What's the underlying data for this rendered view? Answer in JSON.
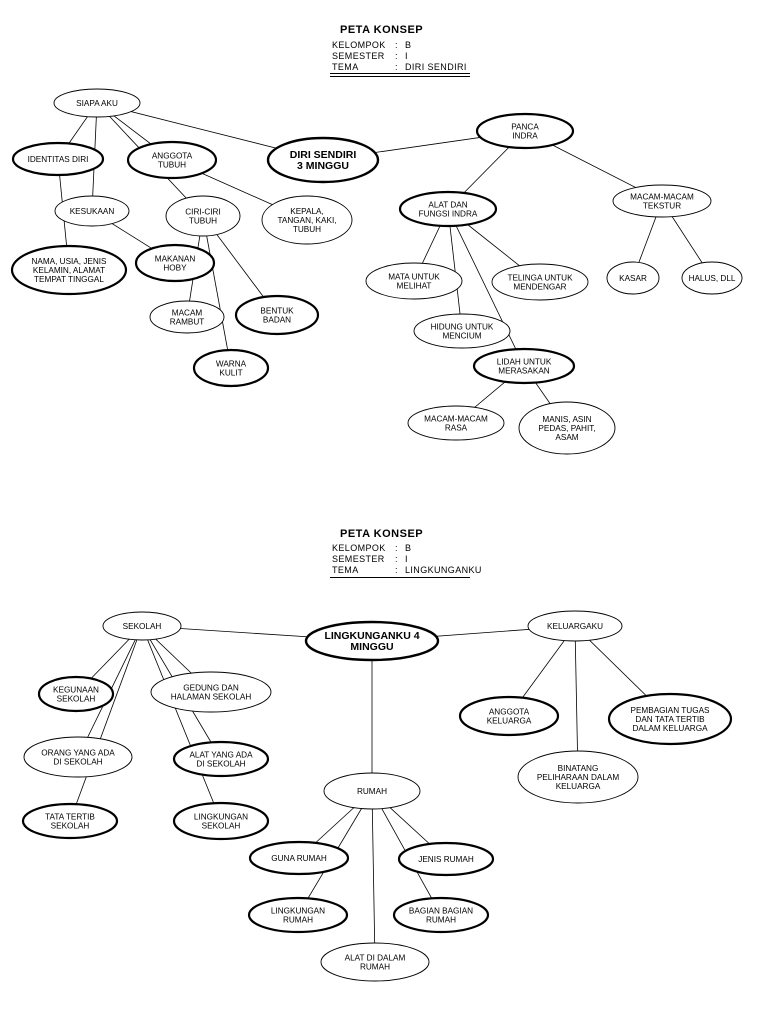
{
  "maps": [
    {
      "title": "PETA KONSEP",
      "meta": [
        {
          "key": "KELOMPOK",
          "value": "B"
        },
        {
          "key": "SEMESTER",
          "value": "I"
        },
        {
          "key": "TEMA",
          "value": "DIRI SENDIRI"
        }
      ],
      "nodes": [
        {
          "id": "center",
          "lines": [
            "DIRI SENDIRI",
            "3 MINGGU"
          ],
          "bold": true
        },
        {
          "id": "siapa",
          "lines": [
            "SIAPA AKU"
          ],
          "bold": false
        },
        {
          "id": "identitas",
          "lines": [
            "IDENTITAS DIRI"
          ],
          "bold": true
        },
        {
          "id": "anggota",
          "lines": [
            "ANGGOTA",
            "TUBUH"
          ],
          "bold": true
        },
        {
          "id": "kesukaan",
          "lines": [
            "KESUKAAN"
          ],
          "bold": false
        },
        {
          "id": "ciri",
          "lines": [
            "CIRI-CIRI",
            "TUBUH"
          ],
          "bold": false
        },
        {
          "id": "kepala",
          "lines": [
            "KEPALA,",
            "TANGAN, KAKI,",
            "TUBUH"
          ],
          "bold": false
        },
        {
          "id": "nama",
          "lines": [
            "NAMA, USIA, JENIS",
            "KELAMIN, ALAMAT",
            "TEMPAT TINGGAL"
          ],
          "bold": true
        },
        {
          "id": "makanan",
          "lines": [
            "MAKANAN",
            "HOBY"
          ],
          "bold": true
        },
        {
          "id": "macamrambut",
          "lines": [
            "MACAM",
            "RAMBUT"
          ],
          "bold": false
        },
        {
          "id": "bentuk",
          "lines": [
            "BENTUK",
            "BADAN"
          ],
          "bold": true
        },
        {
          "id": "warna",
          "lines": [
            "WARNA",
            "KULIT"
          ],
          "bold": true
        },
        {
          "id": "panca",
          "lines": [
            "PANCA",
            "INDRA"
          ],
          "bold": true
        },
        {
          "id": "alat",
          "lines": [
            "ALAT DAN",
            "FUNGSI INDRA"
          ],
          "bold": true
        },
        {
          "id": "tekstur",
          "lines": [
            "MACAM-MACAM",
            "TEKSTUR"
          ],
          "bold": false
        },
        {
          "id": "mata",
          "lines": [
            "MATA UNTUK",
            "MELIHAT"
          ],
          "bold": false
        },
        {
          "id": "telinga",
          "lines": [
            "TELINGA UNTUK",
            "MENDENGAR"
          ],
          "bold": false
        },
        {
          "id": "hidung",
          "lines": [
            "HIDUNG UNTUK",
            "MENCIUM"
          ],
          "bold": false
        },
        {
          "id": "lidah",
          "lines": [
            "LIDAH UNTUK",
            "MERASAKAN"
          ],
          "bold": true
        },
        {
          "id": "kasar",
          "lines": [
            "KASAR"
          ],
          "bold": false
        },
        {
          "id": "halus",
          "lines": [
            "HALUS, DLL"
          ],
          "bold": false
        },
        {
          "id": "rasa",
          "lines": [
            "MACAM-MACAM",
            "RASA"
          ],
          "bold": false
        },
        {
          "id": "manis",
          "lines": [
            "MANIS, ASIN",
            "PEDAS, PAHIT,",
            "ASAM"
          ],
          "bold": false
        }
      ],
      "edges": [
        [
          "siapa",
          "center"
        ],
        [
          "center",
          "panca"
        ],
        [
          "siapa",
          "identitas"
        ],
        [
          "siapa",
          "anggota"
        ],
        [
          "siapa",
          "kesukaan"
        ],
        [
          "siapa",
          "ciri"
        ],
        [
          "identitas",
          "nama"
        ],
        [
          "anggota",
          "kepala"
        ],
        [
          "kesukaan",
          "makanan"
        ],
        [
          "ciri",
          "macamrambut"
        ],
        [
          "ciri",
          "bentuk"
        ],
        [
          "ciri",
          "warna"
        ],
        [
          "panca",
          "alat"
        ],
        [
          "panca",
          "tekstur"
        ],
        [
          "alat",
          "mata"
        ],
        [
          "alat",
          "telinga"
        ],
        [
          "alat",
          "hidung"
        ],
        [
          "alat",
          "lidah"
        ],
        [
          "tekstur",
          "kasar"
        ],
        [
          "tekstur",
          "halus"
        ],
        [
          "lidah",
          "rasa"
        ],
        [
          "lidah",
          "manis"
        ]
      ]
    },
    {
      "title": "PETA KONSEP",
      "meta": [
        {
          "key": "KELOMPOK",
          "value": "B"
        },
        {
          "key": "SEMESTER",
          "value": "I"
        },
        {
          "key": "TEMA",
          "value": "LINGKUNGANKU"
        }
      ],
      "nodes": [
        {
          "id": "center",
          "lines": [
            "LINGKUNGANKU 4",
            "MINGGU"
          ],
          "bold": true
        },
        {
          "id": "sekolah",
          "lines": [
            "SEKOLAH"
          ],
          "bold": false
        },
        {
          "id": "keluargaku",
          "lines": [
            "KELUARGAKU"
          ],
          "bold": false
        },
        {
          "id": "rumah",
          "lines": [
            "RUMAH"
          ],
          "bold": false
        },
        {
          "id": "kegunaan",
          "lines": [
            "KEGUNAAN",
            "SEKOLAH"
          ],
          "bold": true
        },
        {
          "id": "gedung",
          "lines": [
            "GEDUNG DAN",
            "HALAMAN SEKOLAH"
          ],
          "bold": false
        },
        {
          "id": "orang",
          "lines": [
            "ORANG YANG ADA",
            "DI SEKOLAH"
          ],
          "bold": false
        },
        {
          "id": "alatada",
          "lines": [
            "ALAT YANG ADA",
            "DI SEKOLAH"
          ],
          "bold": true
        },
        {
          "id": "tatatertib",
          "lines": [
            "TATA TERTIB",
            "SEKOLAH"
          ],
          "bold": true
        },
        {
          "id": "lingsekolah",
          "lines": [
            "LINGKUNGAN",
            "SEKOLAH"
          ],
          "bold": true
        },
        {
          "id": "anggotakel",
          "lines": [
            "ANGGOTA",
            "KELUARGA"
          ],
          "bold": true
        },
        {
          "id": "pembagian",
          "lines": [
            "PEMBAGIAN TUGAS",
            "DAN TATA TERTIB",
            "DALAM KELUARGA"
          ],
          "bold": true
        },
        {
          "id": "binatang",
          "lines": [
            "BINATANG",
            "PELIHARAAN DALAM",
            "KELUARGA"
          ],
          "bold": false
        },
        {
          "id": "guna",
          "lines": [
            "GUNA RUMAH"
          ],
          "bold": true
        },
        {
          "id": "jenis",
          "lines": [
            "JENIS RUMAH"
          ],
          "bold": true
        },
        {
          "id": "lingrumah",
          "lines": [
            "LINGKUNGAN",
            "RUMAH"
          ],
          "bold": true
        },
        {
          "id": "bagian",
          "lines": [
            "BAGIAN BAGIAN",
            "RUMAH"
          ],
          "bold": true
        },
        {
          "id": "alatrumah",
          "lines": [
            "ALAT DI DALAM",
            "RUMAH"
          ],
          "bold": false
        }
      ],
      "edges": [
        [
          "sekolah",
          "center"
        ],
        [
          "center",
          "keluargaku"
        ],
        [
          "center",
          "rumah"
        ],
        [
          "sekolah",
          "kegunaan"
        ],
        [
          "sekolah",
          "gedung"
        ],
        [
          "sekolah",
          "orang"
        ],
        [
          "sekolah",
          "alatada"
        ],
        [
          "sekolah",
          "tatatertib"
        ],
        [
          "sekolah",
          "lingsekolah"
        ],
        [
          "keluargaku",
          "anggotakel"
        ],
        [
          "keluargaku",
          "pembagian"
        ],
        [
          "keluargaku",
          "binatang"
        ],
        [
          "rumah",
          "guna"
        ],
        [
          "rumah",
          "jenis"
        ],
        [
          "rumah",
          "lingrumah"
        ],
        [
          "rumah",
          "bagian"
        ],
        [
          "rumah",
          "alatrumah"
        ]
      ]
    }
  ]
}
